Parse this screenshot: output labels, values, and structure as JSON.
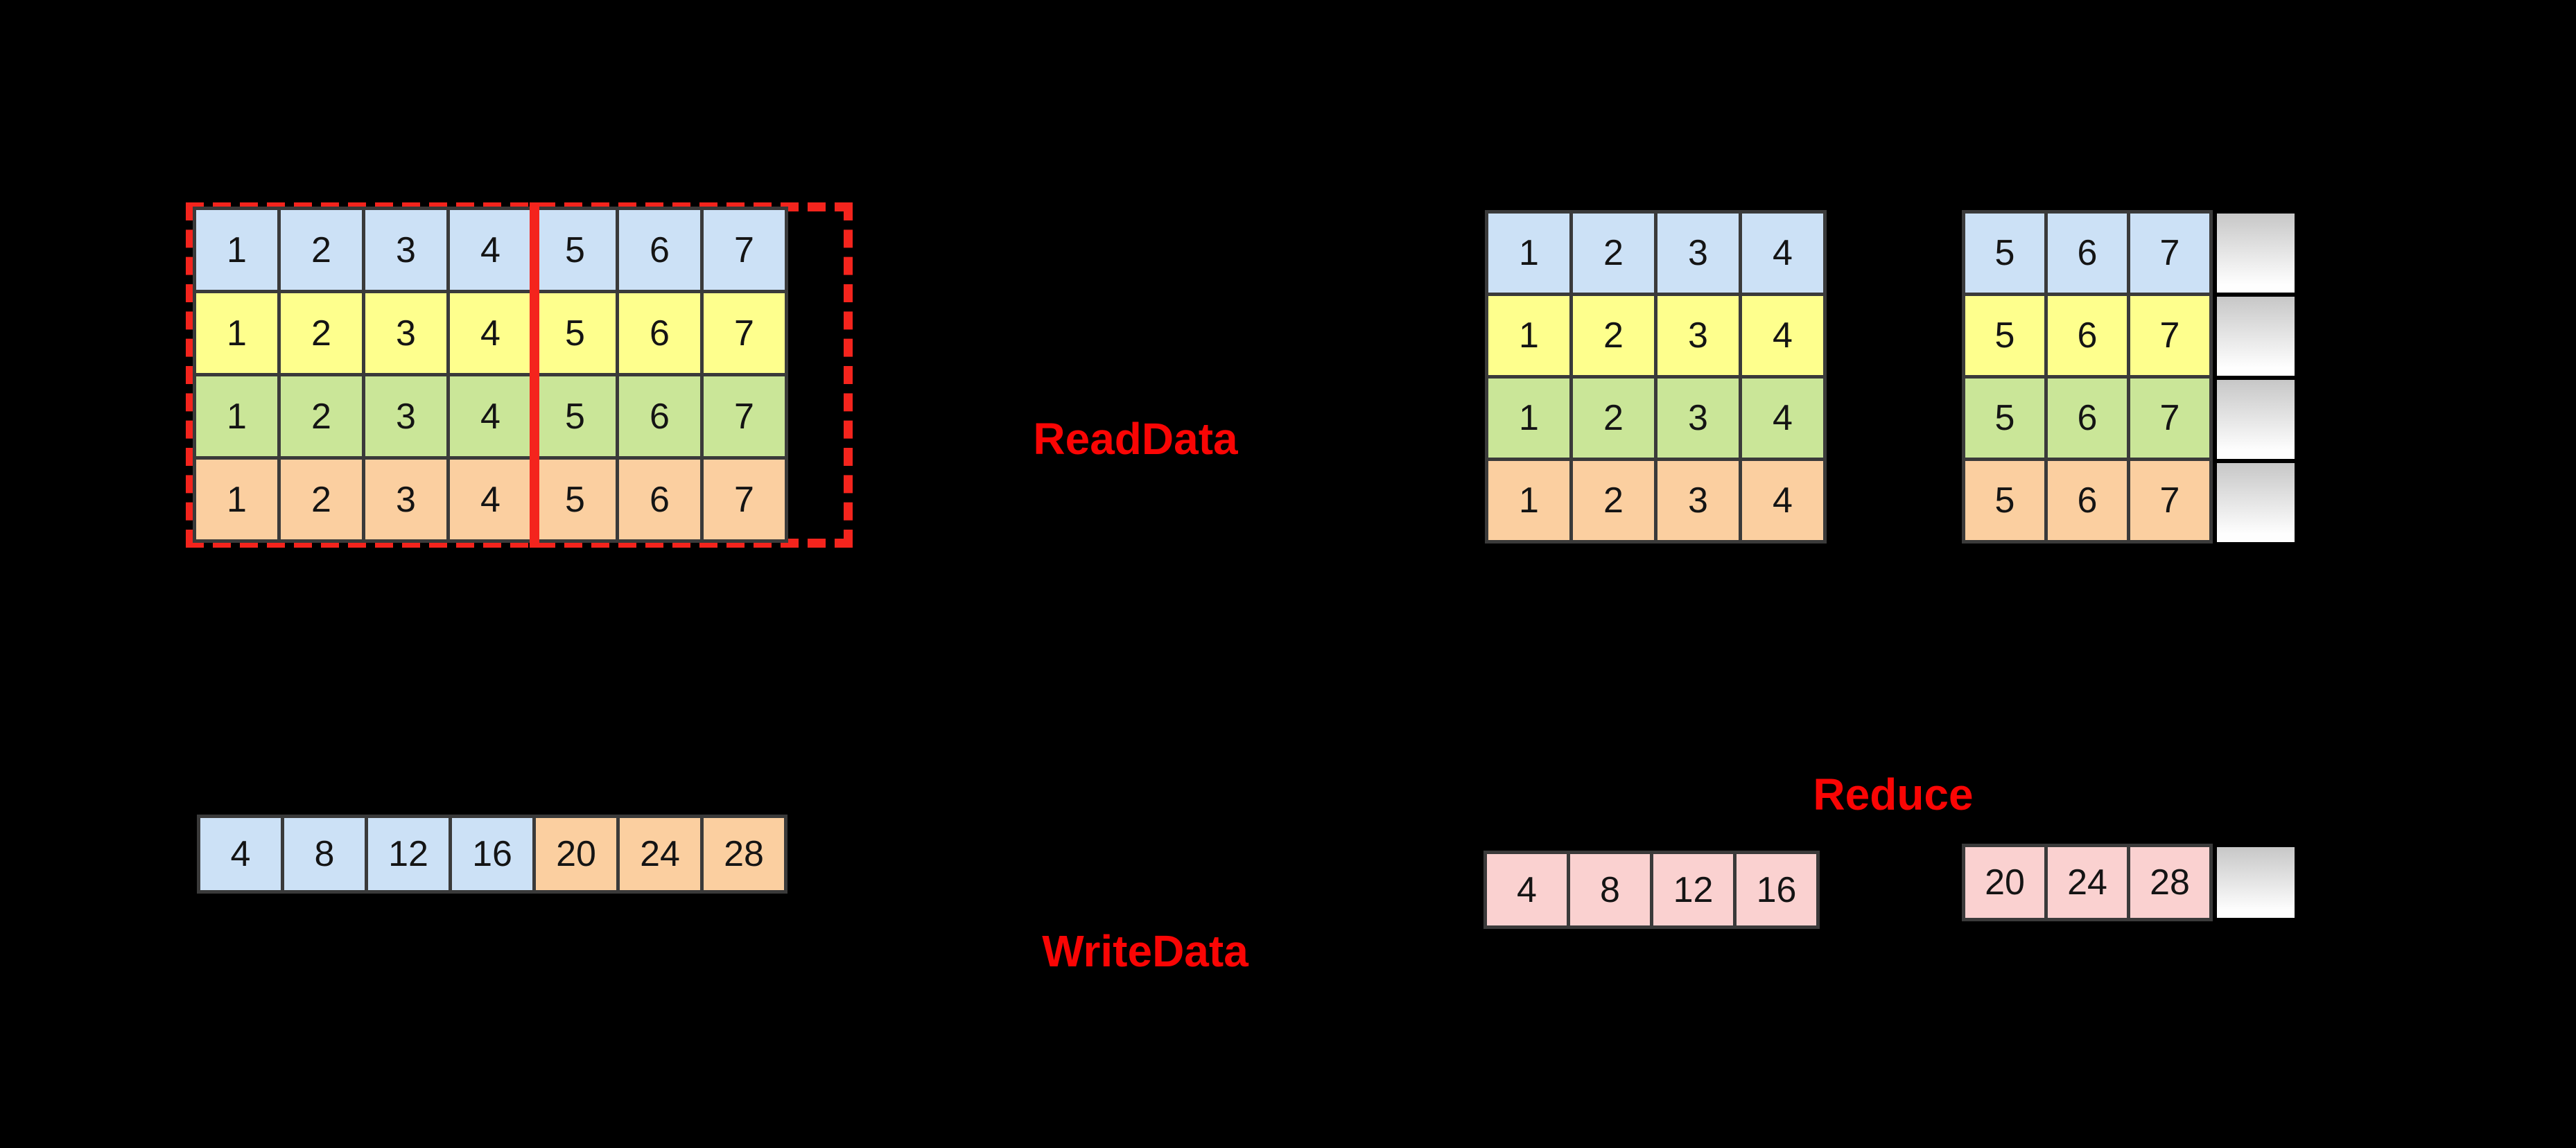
{
  "palette": {
    "background": "#000000",
    "grid_line": "#3a3a3a",
    "blue": "#cce1f6",
    "yellow": "#feff8d",
    "green": "#cae698",
    "orange": "#fbcfa0",
    "pink": "#fad1d0",
    "ghost_gradient_top": "#c7c7c7",
    "ghost_gradient_bottom": "#fefefe",
    "red_line": "#f4241d",
    "red_text": "#fa0504",
    "number_text": "#141414"
  },
  "labels": {
    "read": "ReadData",
    "write": "WriteData",
    "reduce": "Reduce"
  },
  "source_matrix": {
    "rows": [
      {
        "color": "blue",
        "cells": [
          {
            "value": "1"
          },
          {
            "value": "2"
          },
          {
            "value": "3"
          },
          {
            "value": "4"
          },
          {
            "value": "5"
          },
          {
            "value": "6"
          },
          {
            "value": "7"
          }
        ]
      },
      {
        "color": "yellow",
        "cells": [
          {
            "value": "1"
          },
          {
            "value": "2"
          },
          {
            "value": "3"
          },
          {
            "value": "4"
          },
          {
            "value": "5"
          },
          {
            "value": "6"
          },
          {
            "value": "7"
          }
        ]
      },
      {
        "color": "green",
        "cells": [
          {
            "value": "1"
          },
          {
            "value": "2"
          },
          {
            "value": "3"
          },
          {
            "value": "4"
          },
          {
            "value": "5"
          },
          {
            "value": "6"
          },
          {
            "value": "7"
          }
        ]
      },
      {
        "color": "orange",
        "cells": [
          {
            "value": "1"
          },
          {
            "value": "2"
          },
          {
            "value": "3"
          },
          {
            "value": "4"
          },
          {
            "value": "5"
          },
          {
            "value": "6"
          },
          {
            "value": "7"
          }
        ]
      }
    ]
  },
  "read_matrix_left": {
    "rows": [
      {
        "color": "blue",
        "cells": [
          {
            "value": "1"
          },
          {
            "value": "2"
          },
          {
            "value": "3"
          },
          {
            "value": "4"
          }
        ]
      },
      {
        "color": "yellow",
        "cells": [
          {
            "value": "1"
          },
          {
            "value": "2"
          },
          {
            "value": "3"
          },
          {
            "value": "4"
          }
        ]
      },
      {
        "color": "green",
        "cells": [
          {
            "value": "1"
          },
          {
            "value": "2"
          },
          {
            "value": "3"
          },
          {
            "value": "4"
          }
        ]
      },
      {
        "color": "orange",
        "cells": [
          {
            "value": "1"
          },
          {
            "value": "2"
          },
          {
            "value": "3"
          },
          {
            "value": "4"
          }
        ]
      }
    ]
  },
  "read_matrix_right": {
    "rows": [
      {
        "color": "blue",
        "cells": [
          {
            "value": "5"
          },
          {
            "value": "6"
          },
          {
            "value": "7"
          }
        ]
      },
      {
        "color": "yellow",
        "cells": [
          {
            "value": "5"
          },
          {
            "value": "6"
          },
          {
            "value": "7"
          }
        ]
      },
      {
        "color": "green",
        "cells": [
          {
            "value": "5"
          },
          {
            "value": "6"
          },
          {
            "value": "7"
          }
        ]
      },
      {
        "color": "orange",
        "cells": [
          {
            "value": "5"
          },
          {
            "value": "6"
          },
          {
            "value": "7"
          }
        ]
      }
    ]
  },
  "read_ghost_column": {
    "count": 4
  },
  "write_array": {
    "rows": [
      {
        "cells": [
          {
            "color": "blue",
            "value": "4"
          },
          {
            "color": "blue",
            "value": "8"
          },
          {
            "color": "blue",
            "value": "12"
          },
          {
            "color": "blue",
            "value": "16"
          },
          {
            "color": "orange",
            "value": "20"
          },
          {
            "color": "orange",
            "value": "24"
          },
          {
            "color": "orange",
            "value": "28"
          }
        ]
      }
    ]
  },
  "reduce_array_left": {
    "rows": [
      {
        "cells": [
          {
            "color": "pink",
            "value": "4"
          },
          {
            "color": "pink",
            "value": "8"
          },
          {
            "color": "pink",
            "value": "12"
          },
          {
            "color": "pink",
            "value": "16"
          }
        ]
      }
    ]
  },
  "reduce_array_right": {
    "rows": [
      {
        "cells": [
          {
            "color": "pink",
            "value": "20"
          },
          {
            "color": "pink",
            "value": "24"
          },
          {
            "color": "pink",
            "value": "28"
          }
        ]
      }
    ]
  },
  "reduce_ghost_cell": {
    "count": 1
  }
}
